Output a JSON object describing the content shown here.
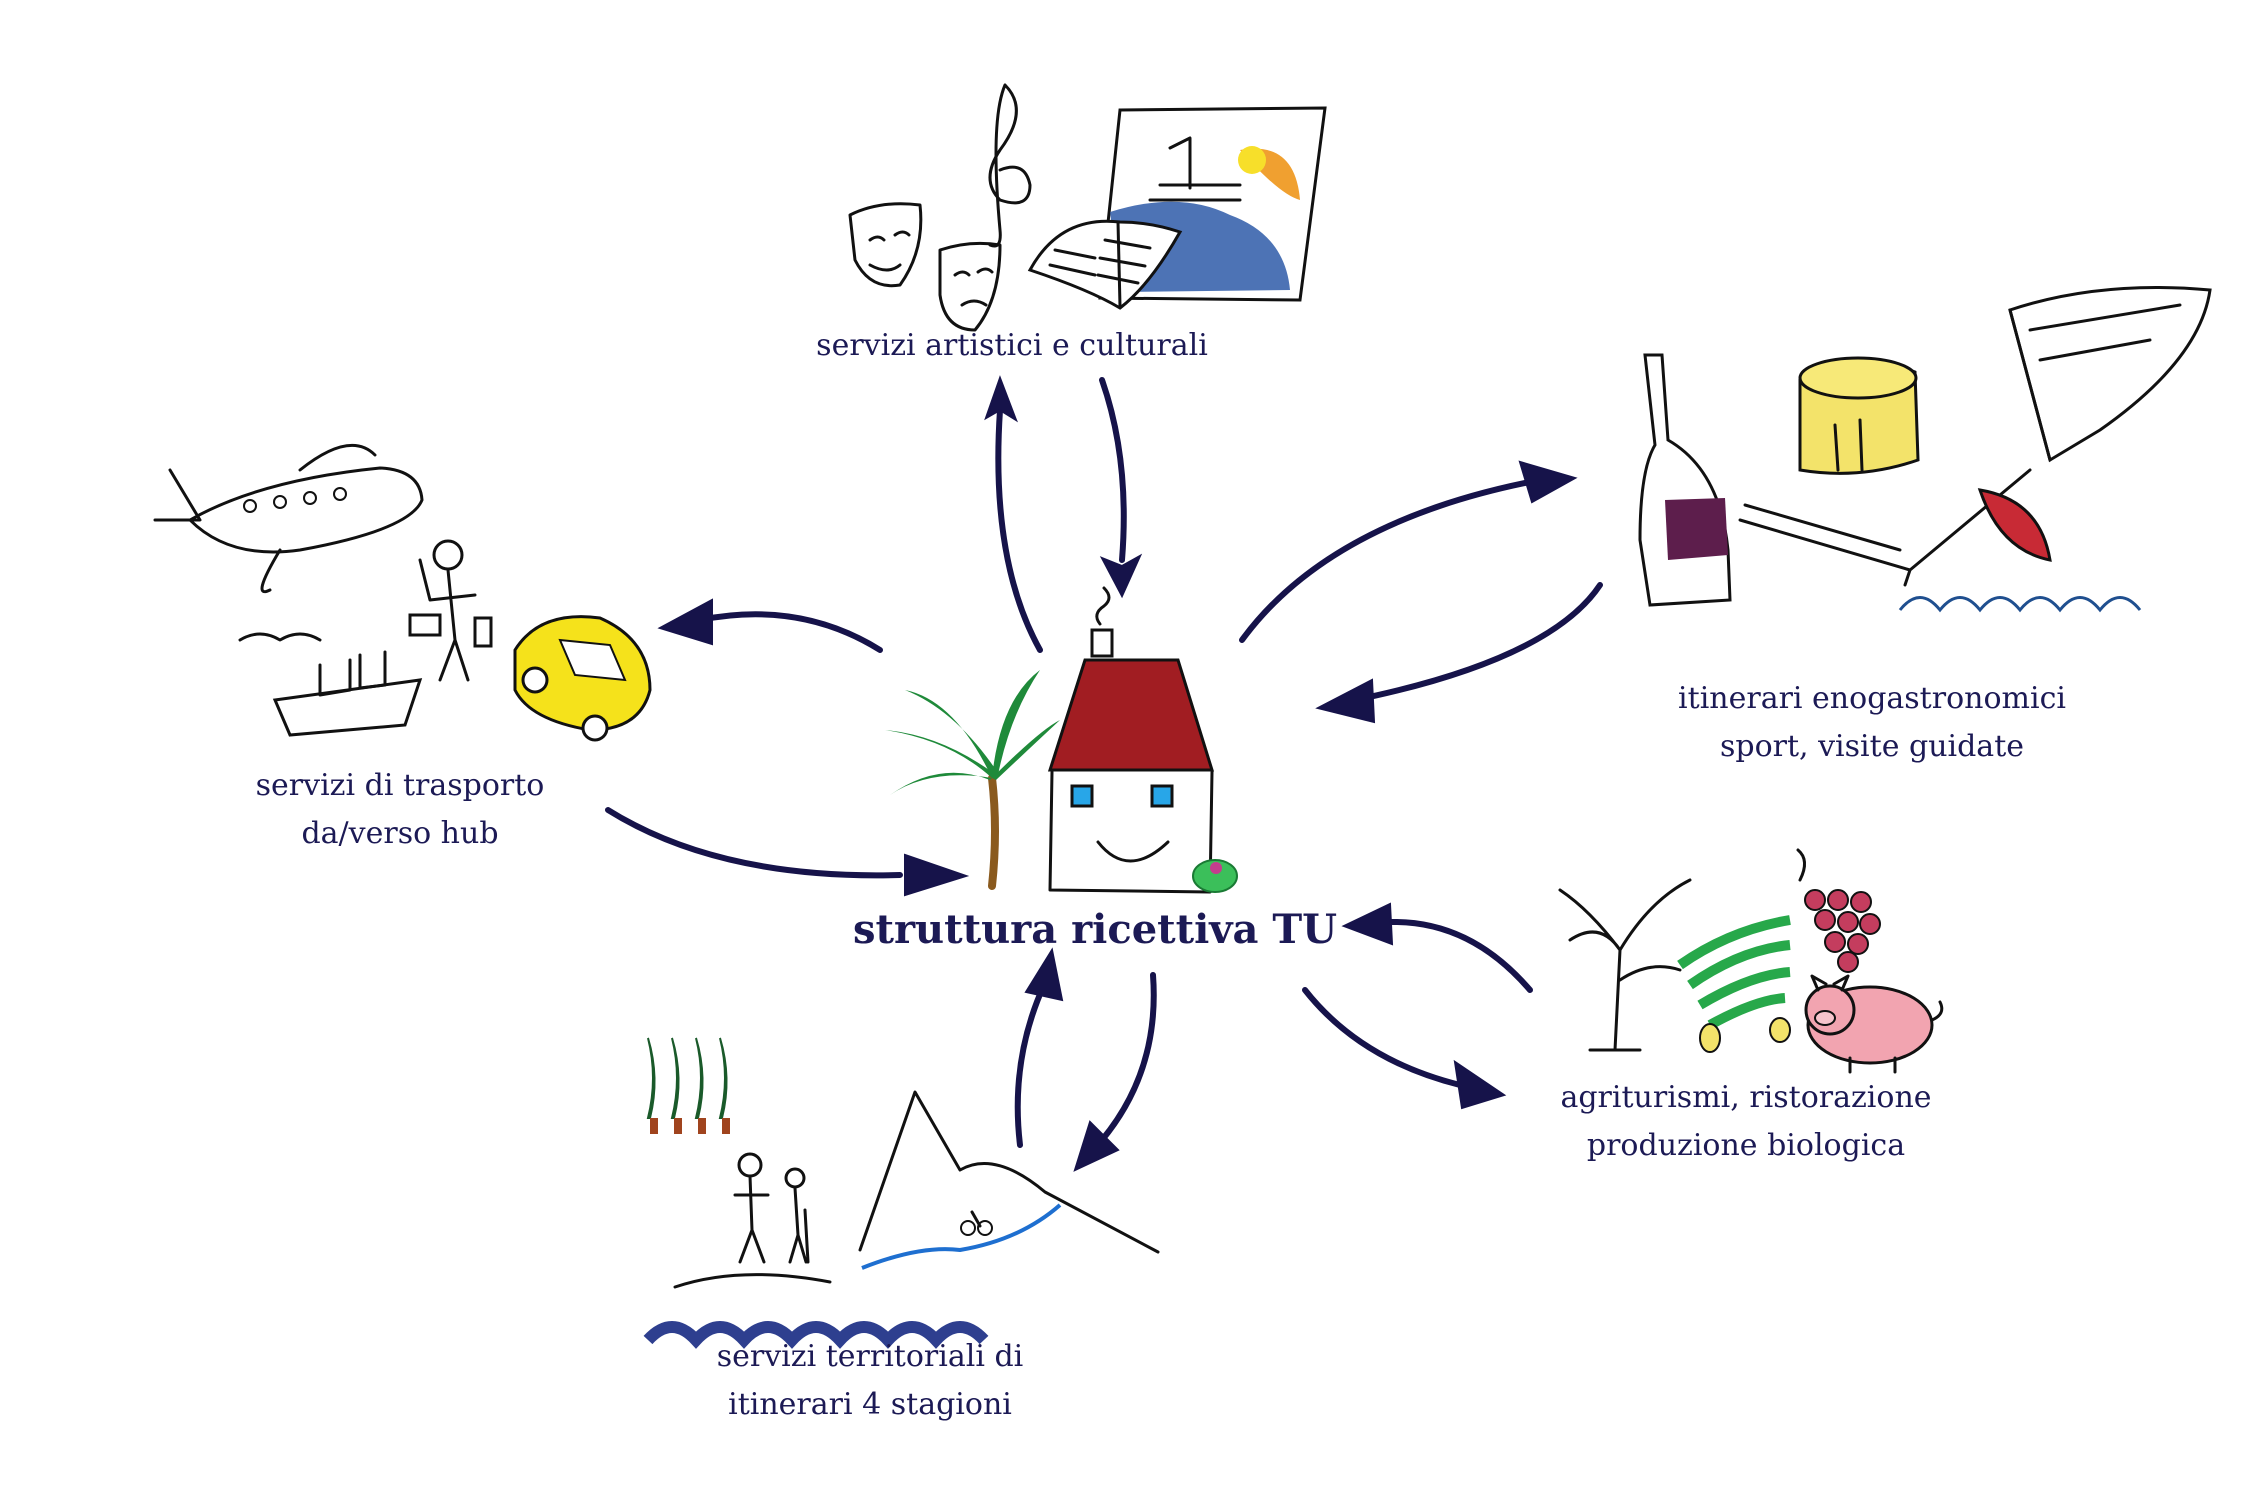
{
  "center": {
    "title": "struttura ricettiva TU"
  },
  "nodes": {
    "culture": {
      "lines": [
        "servizi artistici e culturali"
      ]
    },
    "food": {
      "lines": [
        "itinerari enogastronomici",
        "sport, visite guidate"
      ]
    },
    "transport": {
      "lines": [
        "servizi di trasporto",
        "da/verso hub"
      ]
    },
    "agri": {
      "lines": [
        "agriturismi, ristorazione",
        "produzione biologica"
      ]
    },
    "territory": {
      "lines": [
        "servizi territoriali di",
        "itinerari 4 stagioni"
      ]
    }
  },
  "colors": {
    "arrow": "#16134a",
    "label": "#1c1a55",
    "roof": "#a11d22",
    "taxi": "#f5e21b",
    "cheese": "#f3e36a",
    "wine": "#5d1e4c",
    "sea": "#2e3f8f",
    "palm": "#1f8a3a",
    "pig": "#f2a4b0"
  }
}
